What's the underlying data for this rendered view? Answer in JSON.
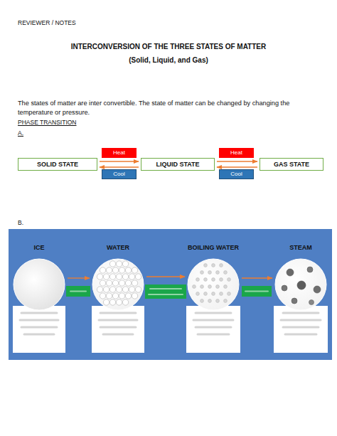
{
  "diagram": {
    "title": "INTERCONVERSION OF THE THREE STATES OF MATTER",
    "nodes": [
      {
        "text": [
          "SOLID STATE"
        ]
      },
      {
        "text": [
          "Heat"
        ]
      },
      {
        "text": [
          "Cool"
        ]
      },
      {
        "text": [
          "LIQUID STATE"
        ]
      },
      {
        "text": [
          "Heat"
        ]
      },
      {
        "text": [
          "Cool"
        ]
      },
      {
        "text": [
          "GAS STATE"
        ]
      },
      {
        "text": [
          "ICE"
        ]
      },
      {
        "text": [
          "WATER"
        ]
      },
      {
        "text": [
          "BOILING WATER"
        ]
      },
      {
        "text": [
          "STEAM"
        ]
      }
    ],
    "edges": [
      {
        "from": 0,
        "to": 3,
        "arrow": "to"
      },
      {
        "from": 3,
        "to": 0,
        "arrow": "to"
      },
      {
        "from": 3,
        "to": 6,
        "arrow": "to"
      },
      {
        "from": 6,
        "to": 3,
        "arrow": "to"
      },
      {
        "from": 7,
        "to": 8,
        "arrow": "to"
      },
      {
        "from": 8,
        "to": 9,
        "arrow": "to"
      },
      {
        "from": 9,
        "to": 10,
        "arrow": "to"
      }
    ],
    "labels": [
      "REVIEWER / NOTES",
      "(Solid, Liquid, and Gas)",
      "The states of matter are inter convertible. The state of matter can be changed by changing the temperature or pressure.",
      "PHASE TRANSITION",
      "A.",
      "B."
    ]
  }
}
